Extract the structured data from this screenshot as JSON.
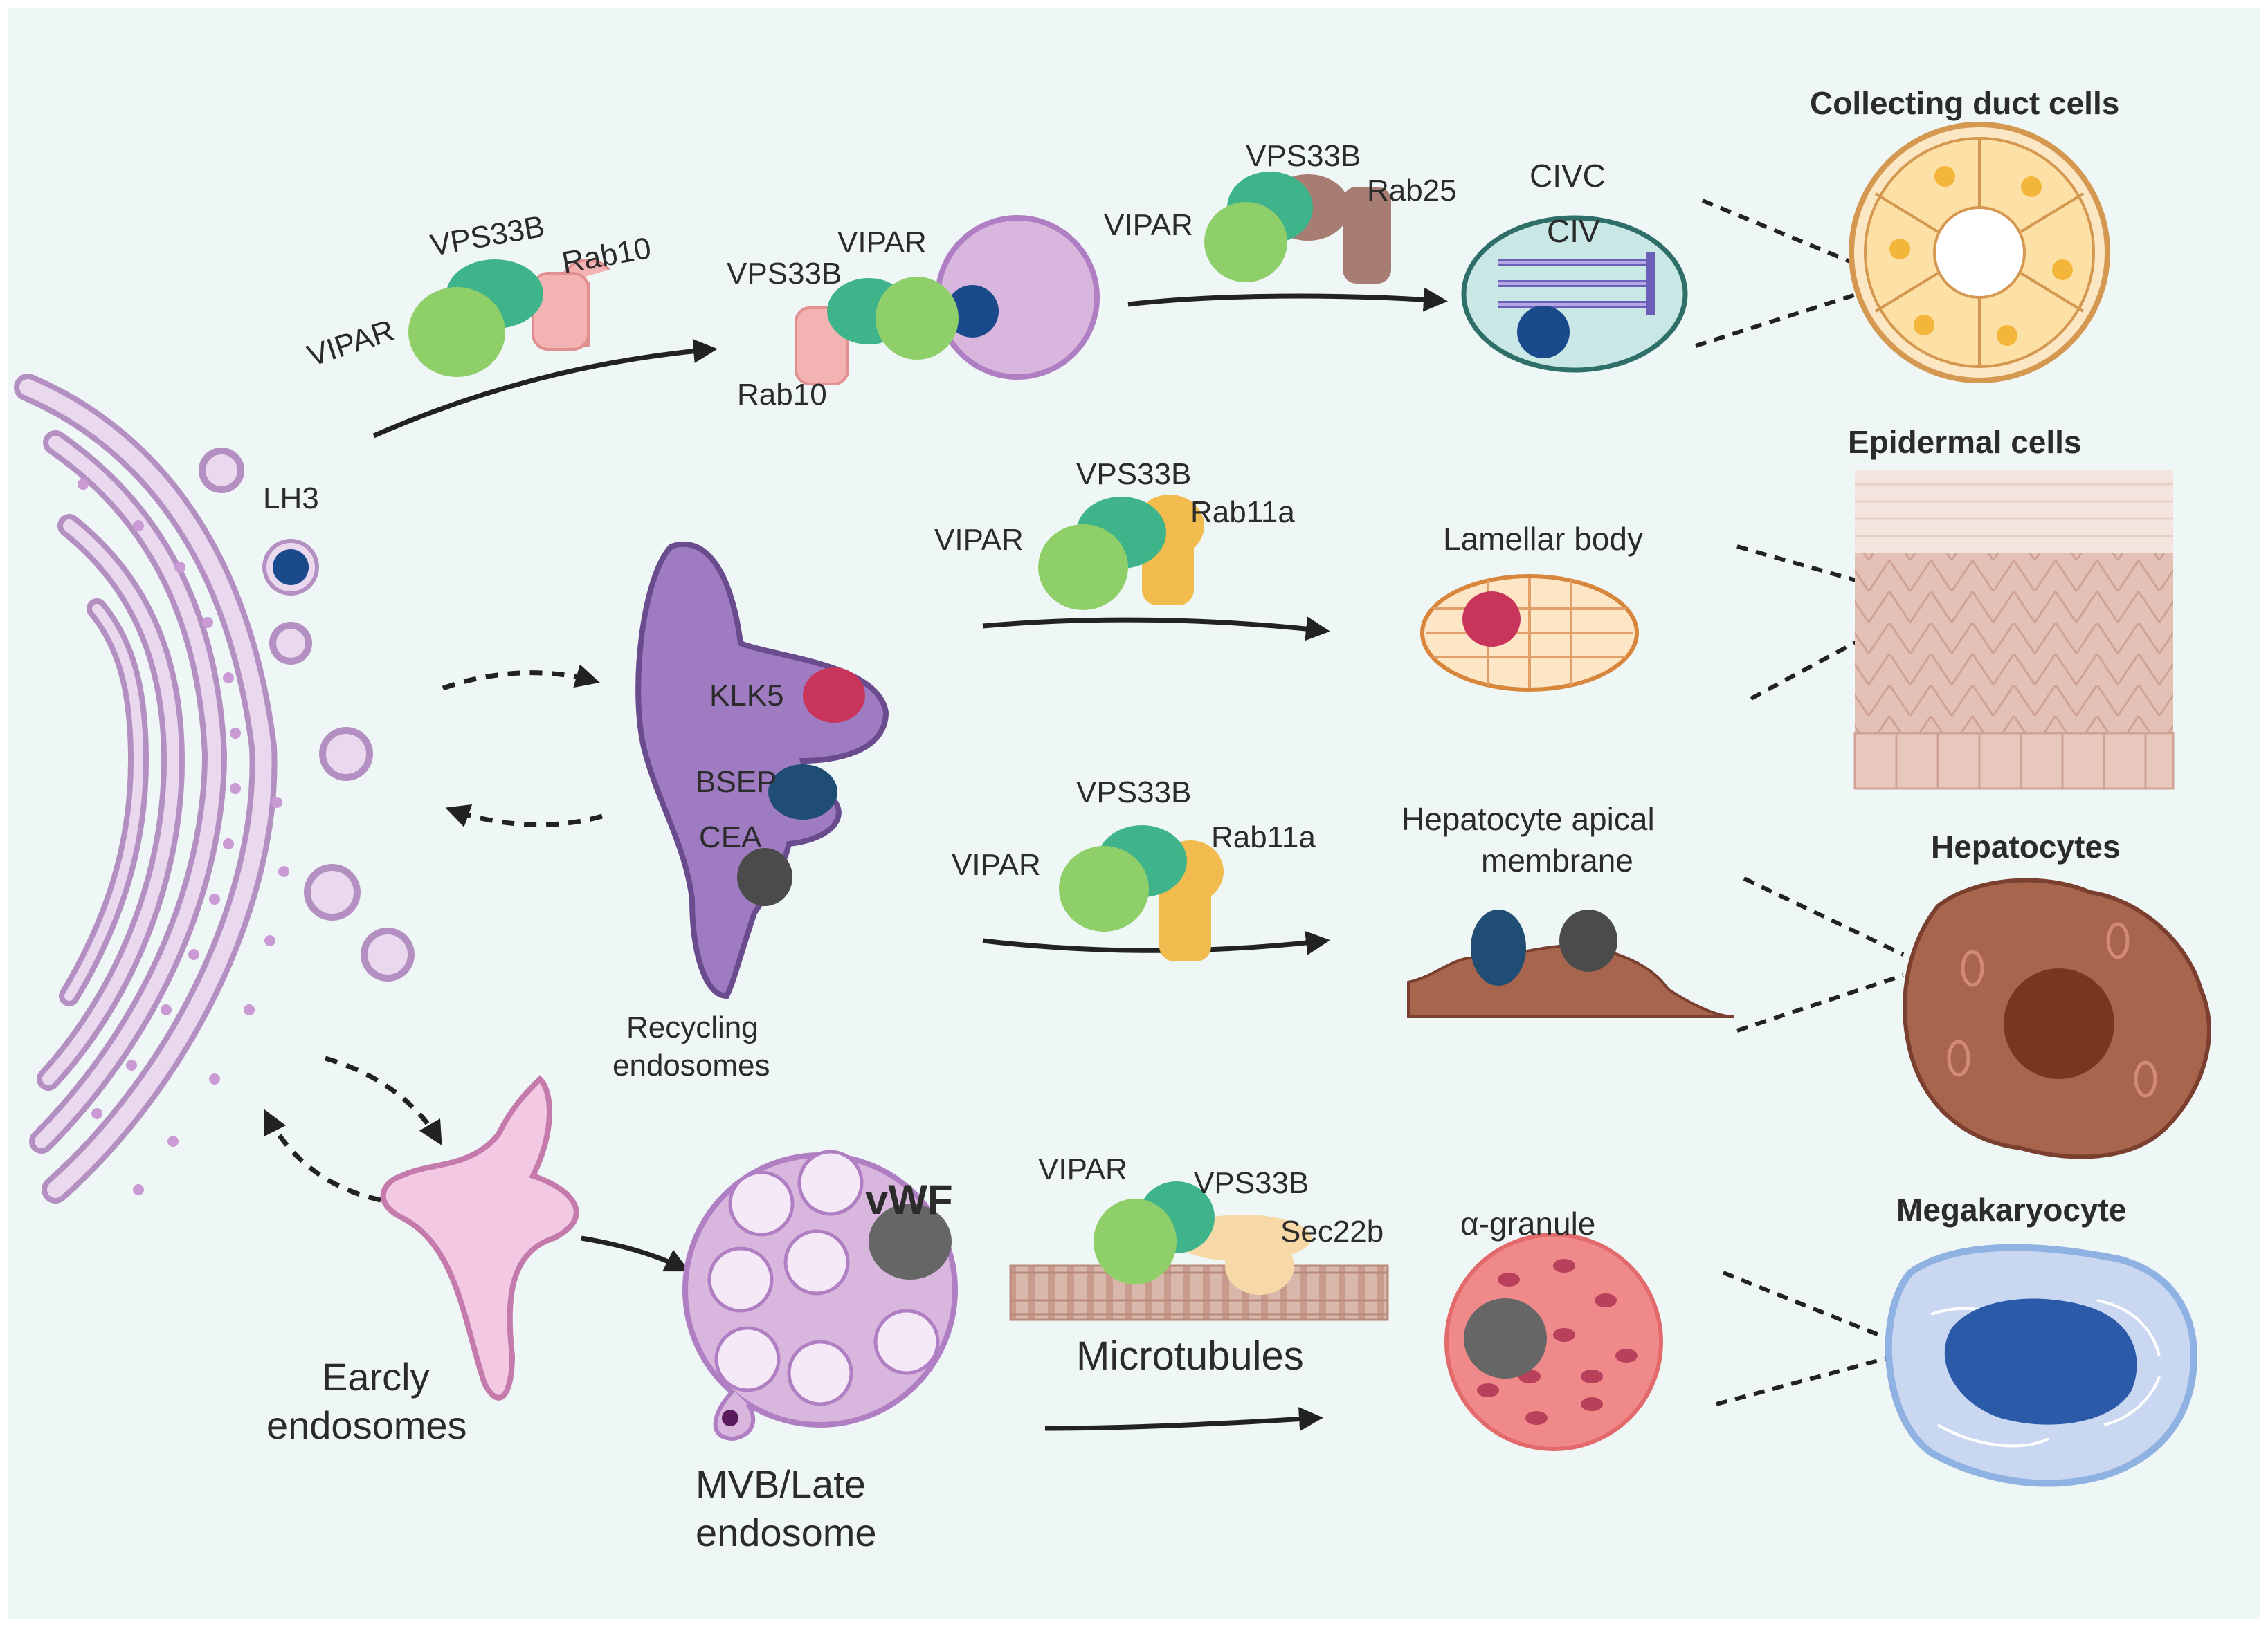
{
  "labels": {
    "lh3": "LH3",
    "recycling_endosomes_1": "Recycling",
    "recycling_endosomes_2": "endosomes",
    "early_endosomes_1": "Earcly",
    "early_endosomes_2": "endosomes",
    "mvb_1": "MVB/Late",
    "mvb_2": "endosome",
    "klk5": "KLK5",
    "bsep": "BSEP",
    "cea": "CEA",
    "vwf": "vWF",
    "microtubules": "Microtubules",
    "civc": "CIVC",
    "civ": "CIV",
    "lamellar_body": "Lamellar body",
    "hepatocyte_membrane_1": "Hepatocyte apical",
    "hepatocyte_membrane_2": "membrane",
    "alpha_granule": "α-granule",
    "collecting_duct_cells": "Collecting duct cells",
    "epidermal_cells": "Epidermal cells",
    "hepatocytes": "Hepatocytes",
    "megakaryocyte": "Megakaryocyte"
  },
  "complexes": {
    "c1": {
      "vipar": "VIPAR",
      "vps33b": "VPS33B",
      "rab": "Rab10"
    },
    "c2": {
      "vipar": "VIPAR",
      "vps33b": "VPS33B",
      "rab": "Rab10"
    },
    "c3": {
      "vipar": "VIPAR",
      "vps33b": "VPS33B",
      "rab": "Rab25"
    },
    "c4": {
      "vipar": "VIPAR",
      "vps33b": "VPS33B",
      "rab": "Rab11a"
    },
    "c5": {
      "vipar": "VIPAR",
      "vps33b": "VPS33B",
      "rab": "Rab11a"
    },
    "c6": {
      "vipar": "VIPAR",
      "vps33b": "VPS33B",
      "rab": "Sec22b"
    }
  },
  "colors": {
    "background": "#eef7f5",
    "golgi": "#e9d8ee",
    "golgi_outline": "#b48fc2",
    "vipar": "#8fcf6a",
    "vps33b": "#3fb38a",
    "rab10": "#f4b3b3",
    "rab25": "#a77c72",
    "rab11a": "#f1bb4e",
    "sec22b": "#f7d9a8",
    "recycling_endosome": "#9f7cc2",
    "klk5": "#c9345a",
    "bsep": "#1f4d73",
    "cea": "#4b4b4b",
    "vwf": "#666666",
    "hepatocyte": "#a8654e",
    "megakaryocyte": "#8fb2e2",
    "nucleus": "#2a5aa8"
  }
}
